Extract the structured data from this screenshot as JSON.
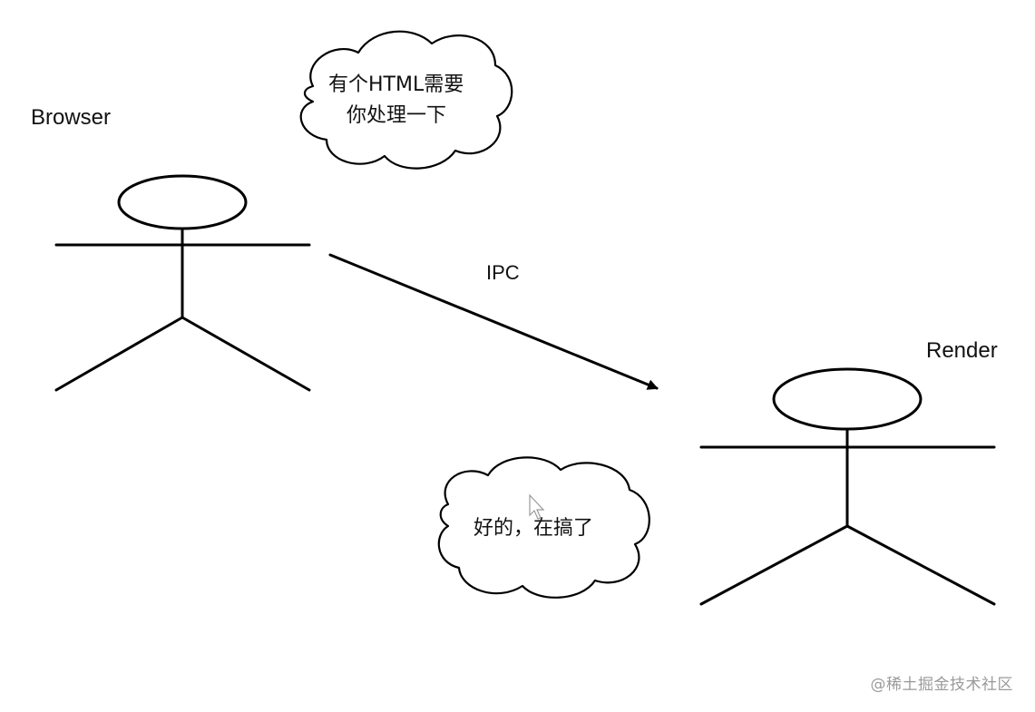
{
  "diagram": {
    "actors": {
      "browser": {
        "label": "Browser"
      },
      "render": {
        "label": "Render"
      }
    },
    "edge": {
      "label": "IPC",
      "from": "Browser",
      "to": "Render"
    },
    "bubbles": {
      "request": {
        "lines": [
          "有个HTML需要",
          "你处理一下"
        ]
      },
      "reply": {
        "lines": [
          "好的，在搞了"
        ]
      }
    }
  },
  "watermark": "@稀土掘金技术社区"
}
